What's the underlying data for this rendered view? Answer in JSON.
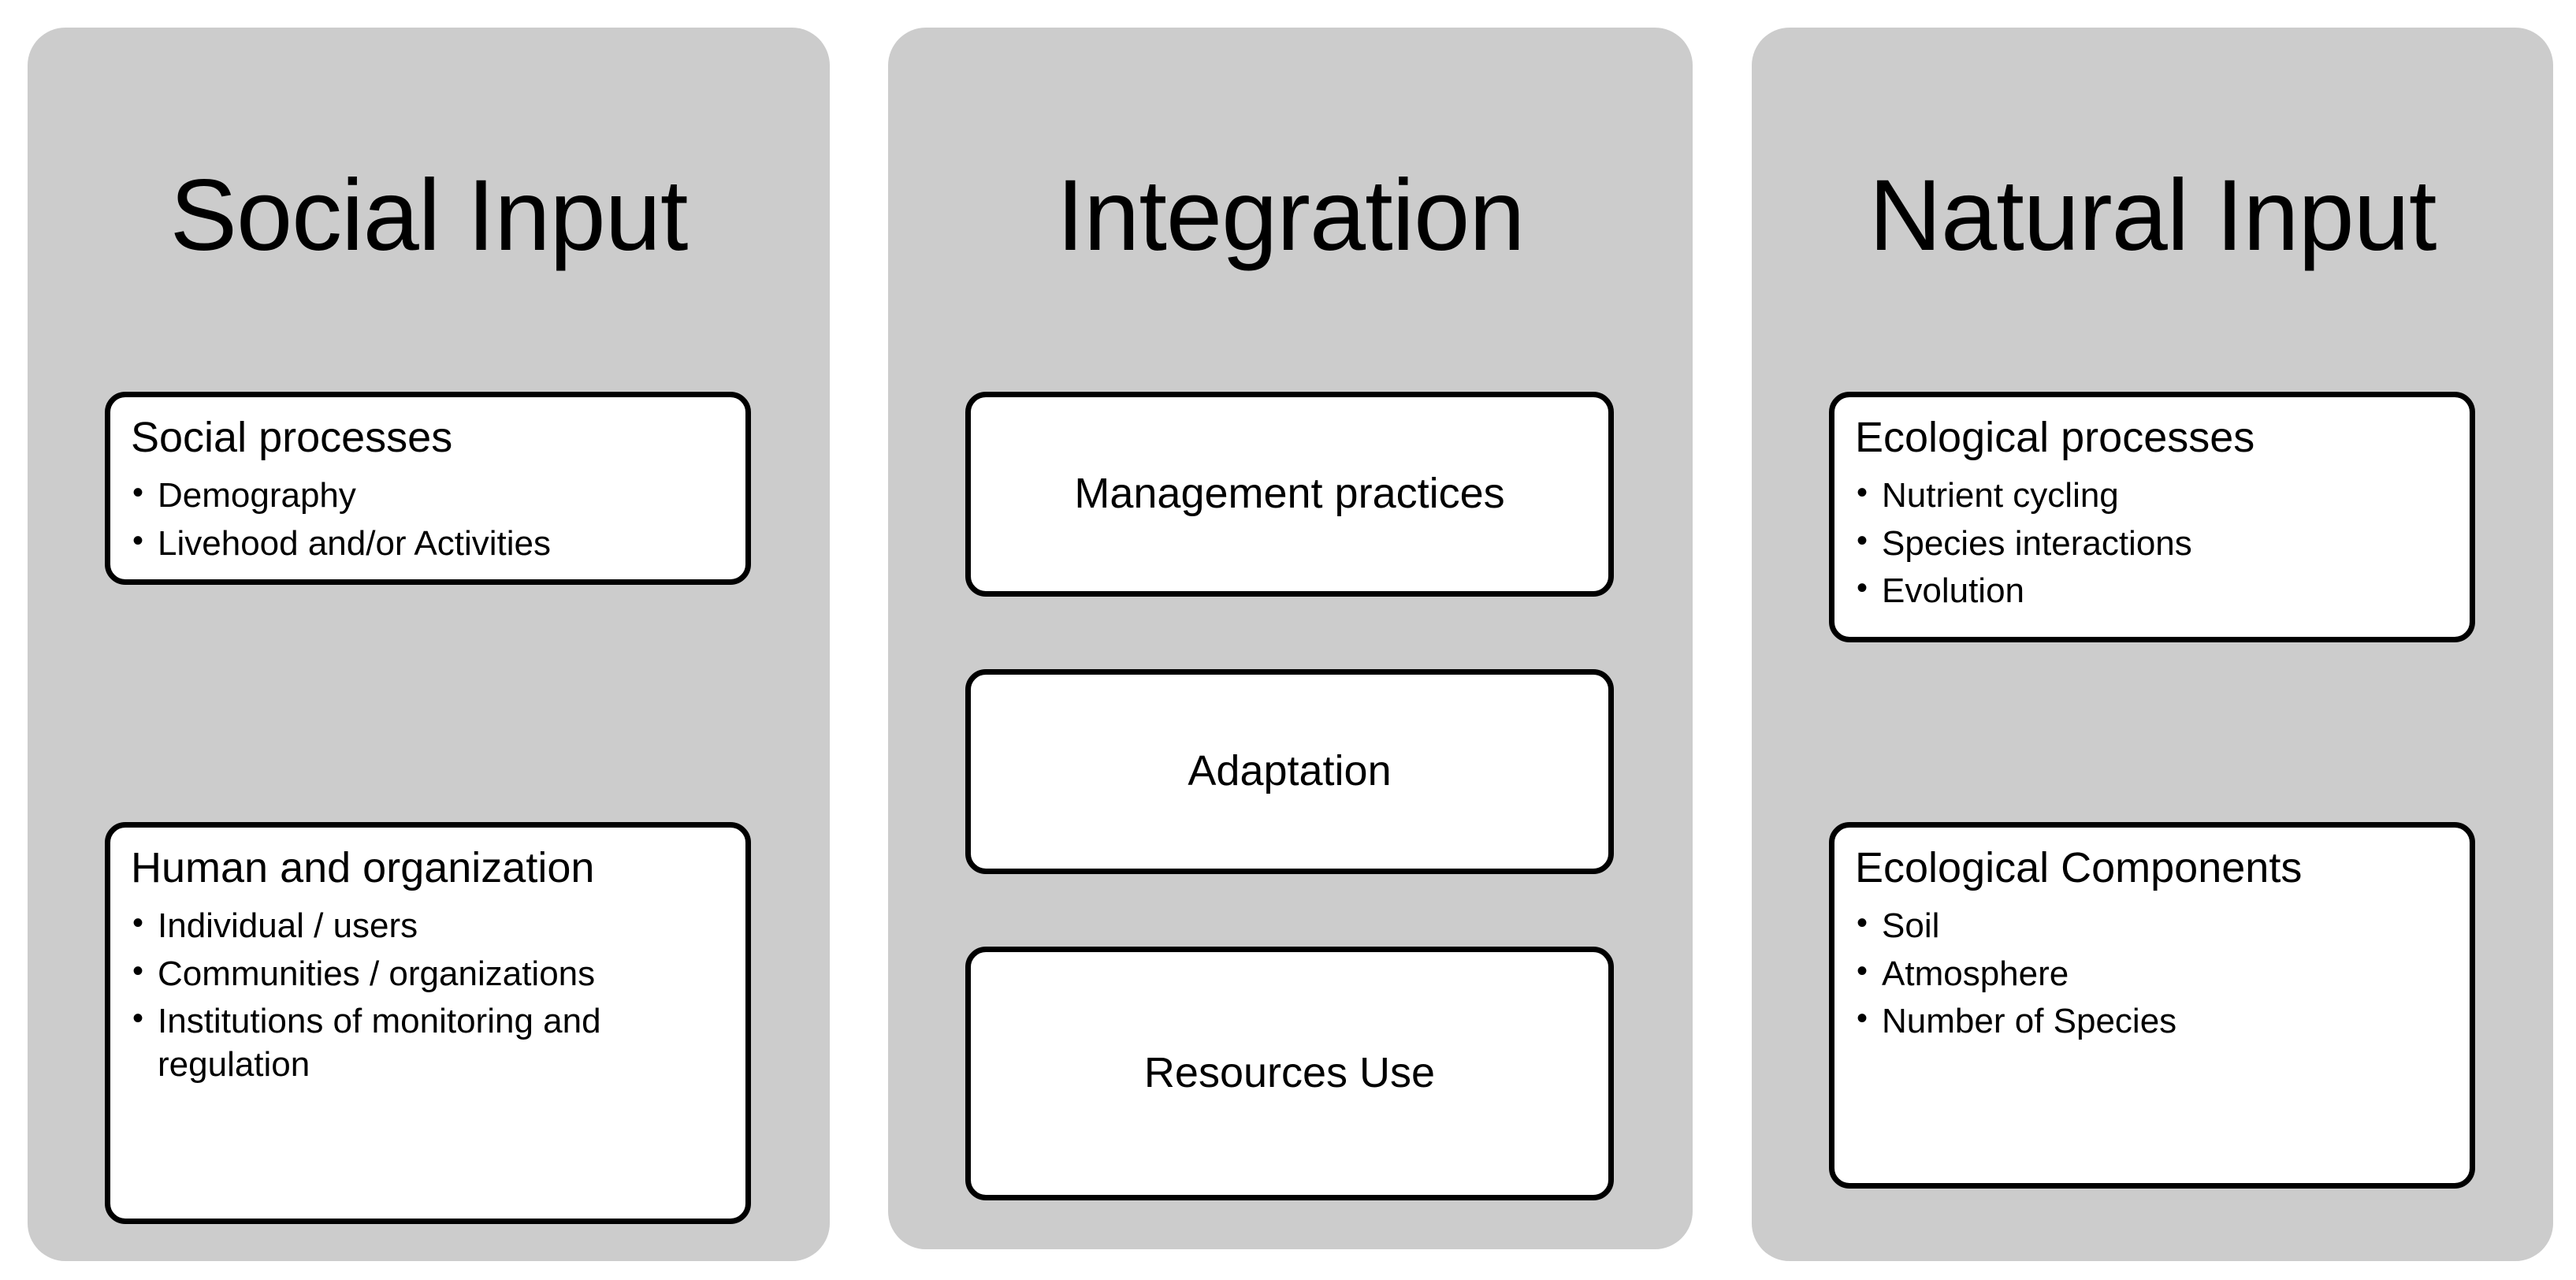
{
  "diagram": {
    "background_color": "#ffffff",
    "panel_color": "#cccccc",
    "card_background": "#ffffff",
    "card_border_color": "#000000",
    "text_color": "#000000",
    "columns": [
      {
        "id": "social",
        "title": "Social Input",
        "cards": [
          {
            "id": "social-processes",
            "type": "list",
            "heading": "Social processes",
            "bullets": [
              "Demography",
              "Livehood and/or Activities"
            ]
          },
          {
            "id": "human-organization",
            "type": "list",
            "heading": "Human and organization",
            "bullets": [
              "Individual / users",
              "Communities / organizations",
              "Institutions of monitoring and regulation"
            ]
          }
        ]
      },
      {
        "id": "integration",
        "title": "Integration",
        "cards": [
          {
            "id": "management-practices",
            "type": "centered",
            "label": "Management practices"
          },
          {
            "id": "adaptation",
            "type": "centered",
            "label": "Adaptation"
          },
          {
            "id": "resources-use",
            "type": "centered",
            "label": "Resources Use"
          }
        ]
      },
      {
        "id": "natural",
        "title": "Natural Input",
        "cards": [
          {
            "id": "ecological-processes",
            "type": "list",
            "heading": "Ecological processes",
            "bullets": [
              "Nutrient cycling",
              "Species interactions",
              "Evolution"
            ]
          },
          {
            "id": "ecological-components",
            "type": "list",
            "heading": "Ecological Components",
            "bullets": [
              "Soil",
              "Atmosphere",
              "Number of Species"
            ]
          }
        ]
      }
    ]
  }
}
